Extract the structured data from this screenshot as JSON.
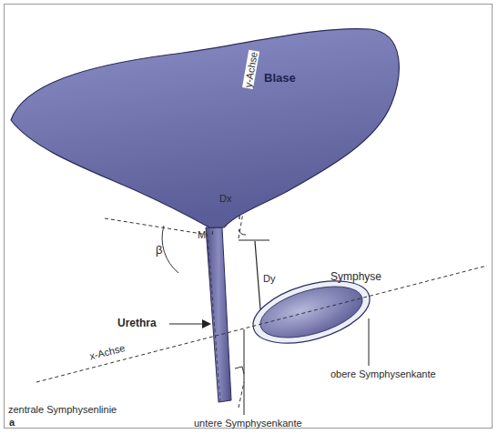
{
  "diagram": {
    "nodes": [
      {
        "text": [
          "Blase"
        ]
      }
    ],
    "labels": [
      "y-Achse",
      "Dx",
      "M",
      "Dy",
      "Symphyse",
      "Urethra",
      "x-Achse",
      "zentrale Symphysenlinie",
      "obere Symphysenkante",
      "untere Symphysenkante",
      "a",
      "β"
    ]
  }
}
